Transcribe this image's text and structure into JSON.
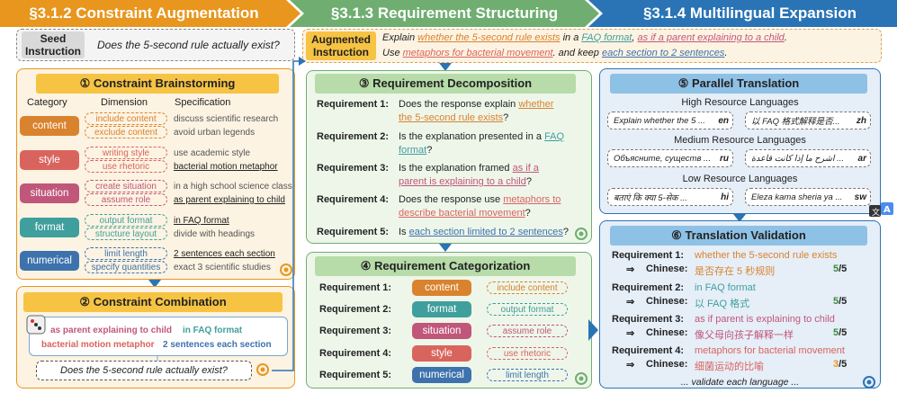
{
  "banners": {
    "b1": "§3.1.2  Constraint Augmentation",
    "b2": "§3.1.3  Requirement Structuring",
    "b3": "§3.1.4  Multilingual Expansion"
  },
  "seed": {
    "label_line1": "Seed",
    "label_line2": "Instruction",
    "text": "Does the 5-second rule actually exist?"
  },
  "augmented": {
    "label_line1": "Augmented",
    "label_line2": "Instruction",
    "line1_a": "Explain ",
    "line1_b": "whether the 5-second rule exists",
    "line1_c": " in a ",
    "line1_d": "FAQ format",
    "line1_e": ", ",
    "line1_f": "as if a parent explaining to a child",
    "line1_g": ".",
    "line2_a": "Use ",
    "line2_b": "metaphors for bacterial movement",
    "line2_c": ". and keep ",
    "line2_d": "each section to 2 sentences",
    "line2_e": "."
  },
  "brainstorm": {
    "title": "① Constraint Brainstorming",
    "col_category": "Category",
    "col_dimension": "Dimension",
    "col_specification": "Specification",
    "rows": [
      {
        "category": "content",
        "dim1": "include content",
        "dim2": "exclude content",
        "spec1": "discuss scientific research",
        "spec2": "avoid urban legends"
      },
      {
        "category": "style",
        "dim1": "writing style",
        "dim2": "use rhetoric",
        "spec1": "use academic style",
        "spec2": "bacterial motion metaphor"
      },
      {
        "category": "situation",
        "dim1": "create situation",
        "dim2": "assume role",
        "spec1": "in a high school science class",
        "spec2": "as parent explaining to child"
      },
      {
        "category": "format",
        "dim1": "output format",
        "dim2": "structure layout",
        "spec1": "in FAQ format",
        "spec2": "divide with headings"
      },
      {
        "category": "numerical",
        "dim1": "limit length",
        "dim2": "specify quantities",
        "spec1": "2 sentences each section",
        "spec2": "exact 3 scientific studies"
      }
    ]
  },
  "combination": {
    "title": "② Constraint Combination",
    "c1": "as parent explaining to child",
    "c2": "in FAQ format",
    "c3": "bacterial motion metaphor",
    "c4": "2 sentences each section",
    "question": "Does the 5-second rule actually exist?"
  },
  "decomposition": {
    "title": "③ Requirement Decomposition",
    "items": [
      {
        "label": "Requirement 1:",
        "l1a": "Does the response explain ",
        "l1b": "whether",
        "l2a": "the 5-second rule exists",
        "l2b": "?"
      },
      {
        "label": "Requirement 2:",
        "l1a": "Is the explanation presented in a ",
        "l1b": "FAQ",
        "l2a": "format",
        "l2b": "?"
      },
      {
        "label": "Requirement 3:",
        "l1a": "Is the explanation framed ",
        "l1b": "as if a",
        "l2a": "parent is explaining to a child",
        "l2b": "?"
      },
      {
        "label": "Requirement 4:",
        "l1a": "Does the response use ",
        "l1b": "metaphors to",
        "l2a": "describe bacterial movement",
        "l2b": "?"
      },
      {
        "label": "Requirement 5:",
        "l1a": "Is ",
        "l1b": "each section limited to 2 sentences",
        "l2a": "",
        "l2b": "?"
      }
    ]
  },
  "categorization": {
    "title": "④ Requirement Categorization",
    "items": [
      {
        "label": "Requirement 1:",
        "category": "content",
        "dimension": "include content"
      },
      {
        "label": "Requirement 2:",
        "category": "format",
        "dimension": "output format"
      },
      {
        "label": "Requirement 3:",
        "category": "situation",
        "dimension": "assume role"
      },
      {
        "label": "Requirement 4:",
        "category": "style",
        "dimension": "use rhetoric"
      },
      {
        "label": "Requirement 5:",
        "category": "numerical",
        "dimension": "limit length"
      }
    ]
  },
  "translation": {
    "title": "⑤ Parallel Translation",
    "high": "High Resource Languages",
    "medium": "Medium Resource Languages",
    "low": "Low Resource Languages",
    "en_text": "Explain whether the 5 ...",
    "en_code": "en",
    "zh_text": "以 FAQ 格式解释是否...",
    "zh_code": "zh",
    "ru_text": "Объясните, существ ...",
    "ru_code": "ru",
    "ar_text": "اشرح ما إذا كانت قاعدة ...",
    "ar_code": "ar",
    "hi_text": "बताएं कि क्या 5-सेक ...",
    "hi_code": "hi",
    "sw_text": "Eleza kama sheria ya ...",
    "sw_code": "sw"
  },
  "validation": {
    "title": "⑥ Translation Validation",
    "arrow": "⇒",
    "chinese": "Chinese:",
    "items": [
      {
        "label": "Requirement 1:",
        "en": "whether the 5-second rule exists",
        "zh": "是否存在 5 秒规则",
        "score": "5",
        "total": "/5"
      },
      {
        "label": "Requirement 2:",
        "en": "in FAQ format",
        "zh": "以 FAQ 格式",
        "score": "5",
        "total": "/5"
      },
      {
        "label": "Requirement 3:",
        "en": "as if parent is explaining to child",
        "zh": "像父母向孩子解释一样",
        "score": "5",
        "total": "/5"
      },
      {
        "label": "Requirement 4:",
        "en": "metaphors for bacterial movement",
        "zh": "细菌运动的比喻",
        "score": "3",
        "total": "/5"
      }
    ],
    "footer": "... validate each language ..."
  },
  "colors": {
    "orange": "#e8961e",
    "green": "#6fae70",
    "blue": "#2a74b5",
    "content": "#d9832e",
    "style": "#d9645e",
    "situation": "#c0577a",
    "format": "#3f9f9c",
    "numerical": "#3d72ad"
  }
}
